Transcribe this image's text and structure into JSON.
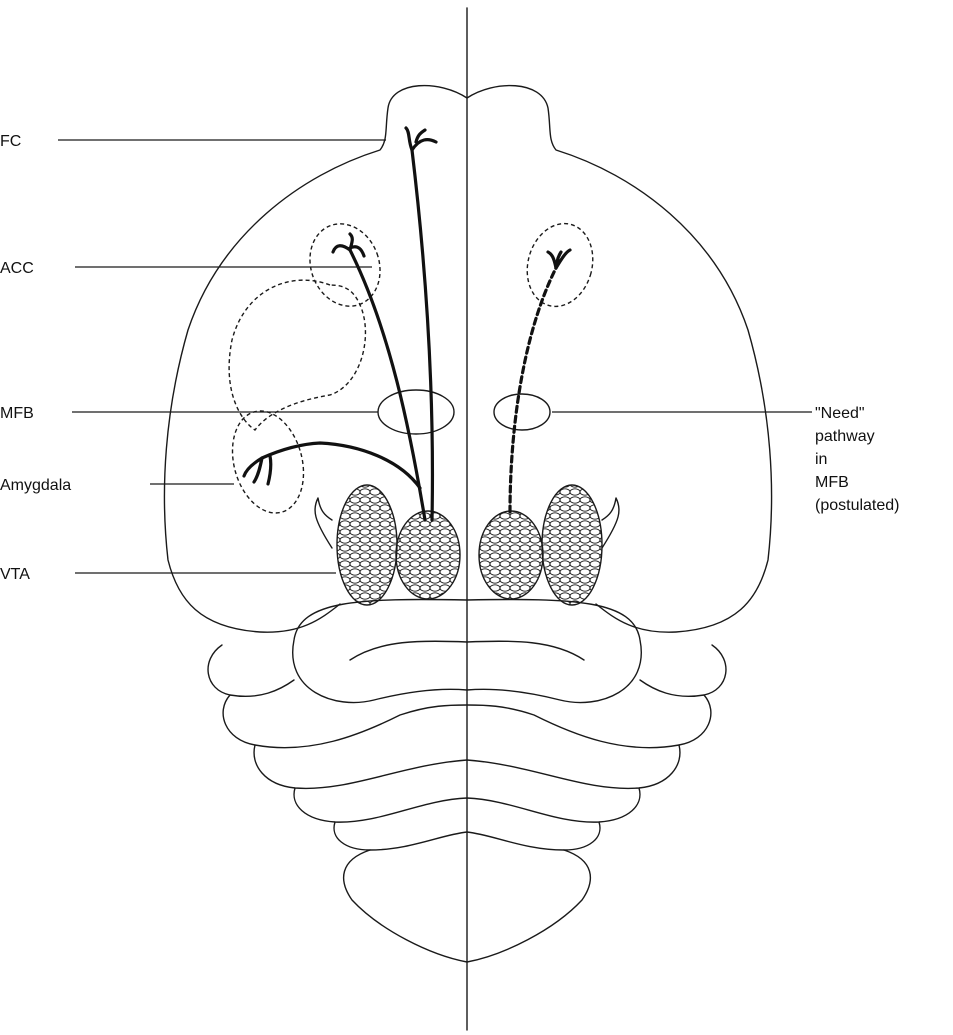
{
  "labels": {
    "fc": "FC",
    "acc": "ACC",
    "mfb": "MFB",
    "amygdala": "Amygdala",
    "vta": "VTA",
    "need_pathway": [
      "\"Need\"",
      "pathway",
      "in",
      "MFB",
      "(postulated)"
    ]
  }
}
